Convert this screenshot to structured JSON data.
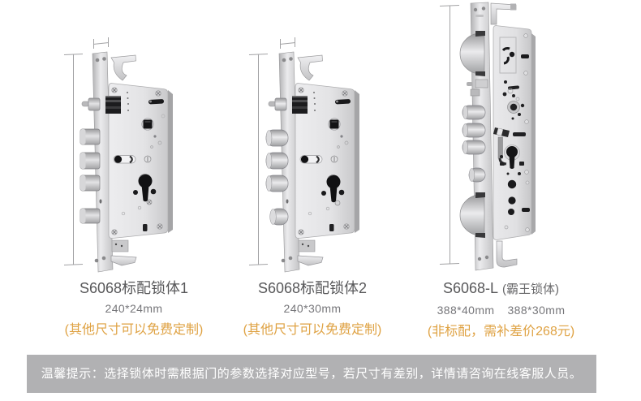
{
  "products": [
    {
      "title": "S6068标配锁体1",
      "sizes": [
        "240*24mm"
      ],
      "note": "(其他尺寸可以免费定制)",
      "image": "mortise-lock-body-square-bolts"
    },
    {
      "title": "S6068标配锁体2",
      "sizes": [
        "240*30mm"
      ],
      "note": "(其他尺寸可以免费定制)",
      "image": "mortise-lock-body-round-bolts"
    },
    {
      "title": "S6068-L",
      "title_suffix": "(霸王锁体)",
      "sizes": [
        "388*40mm",
        "388*30mm"
      ],
      "note": "(非标配，需补差价268元)",
      "image": "mortise-lock-body-overlord-hook-bolts"
    }
  ],
  "notice": {
    "text": "温馨提示：选择锁体时需根据门的参数选择对应型号，若尺寸有差别，详情请咨询在线客服人员。"
  },
  "colors": {
    "note_accent": "#dfa243",
    "title_text": "#58585a",
    "size_text": "#76767a",
    "notice_background": "#b1b1b3",
    "notice_text": "#ffffff",
    "metal_light": "#ececee",
    "metal_dark": "#9a9a9c"
  }
}
